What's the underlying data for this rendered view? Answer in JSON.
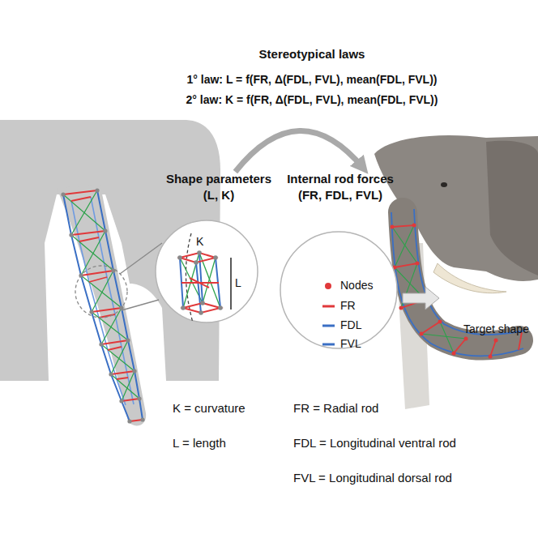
{
  "diagram": {
    "title": "Stereotypical laws",
    "nodes": [
      {
        "text": [
          "Shape parameters",
          "(L, K)"
        ]
      },
      {
        "text": [
          "Internal rod forces",
          "(FR, FDL, FVL)"
        ]
      }
    ],
    "edges": [
      {
        "from": 0,
        "to": 1,
        "arrow": "to"
      }
    ],
    "labels": [
      "1° law: L = f(FR, Δ(FDL, FVL), mean(FDL, FVL))",
      "2° law: K = f(FR, Δ(FDL, FVL), mean(FDL, FVL))",
      "K",
      "L",
      "K = curvature",
      "L = length",
      "FR = Radial rod",
      "FDL = Longitudinal ventral rod",
      "FVL = Longitudinal dorsal rod",
      "Target shape"
    ],
    "legend": [
      {
        "text": "Nodes"
      },
      {
        "text": "FR"
      },
      {
        "text": "FDL"
      },
      {
        "text": "FVL"
      }
    ]
  }
}
